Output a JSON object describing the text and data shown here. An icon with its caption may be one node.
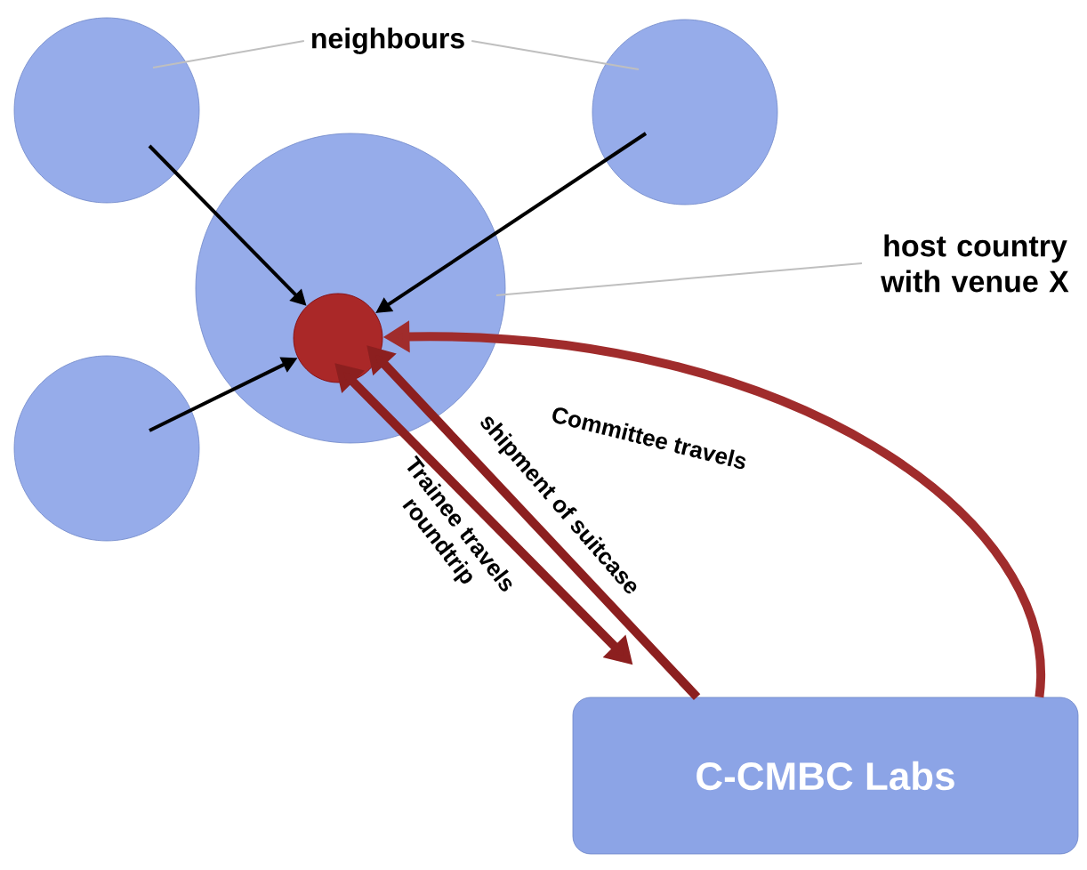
{
  "diagram": {
    "nodes": [
      {
        "text": [],
        "shape": "circle"
      },
      {
        "text": [
          "neighbours"
        ]
      },
      {
        "text": [],
        "shape": "circle"
      },
      {
        "text": [],
        "shape": "circle"
      },
      {
        "text": [],
        "shape": "circle",
        "in": 3
      },
      {
        "text": [
          "host country with venue X"
        ]
      },
      {
        "text": [],
        "shape": "circle"
      },
      {
        "text": [
          "C-CMBC Labs"
        ]
      }
    ],
    "edges": [
      {
        "from": 1,
        "to": 0,
        "arrow": "none",
        "color": "#bfbfbf"
      },
      {
        "from": 1,
        "to": 2,
        "arrow": "none",
        "color": "#bfbfbf"
      },
      {
        "from": 5,
        "to": 3,
        "arrow": "none",
        "color": "#bfbfbf"
      },
      {
        "from": 0,
        "to": 4,
        "arrow": "to",
        "color": "#000000"
      },
      {
        "from": 2,
        "to": 4,
        "arrow": "to",
        "color": "#000000"
      },
      {
        "from": 6,
        "to": 4,
        "arrow": "to",
        "color": "#000000"
      },
      {
        "from": 7,
        "to": 4,
        "arrow": "to",
        "label": "Committee travels",
        "style": "thick",
        "color": "#a02c2c"
      },
      {
        "from": 7,
        "to": 4,
        "arrow": "to",
        "label": "shipment of suitcase",
        "style": "thick",
        "color": "#8c1f1f"
      },
      {
        "from": 4,
        "to": 7,
        "arrow": "both",
        "label": "Trainee travels roundtrip",
        "style": "thick",
        "color": "#8c1f1f"
      }
    ]
  }
}
